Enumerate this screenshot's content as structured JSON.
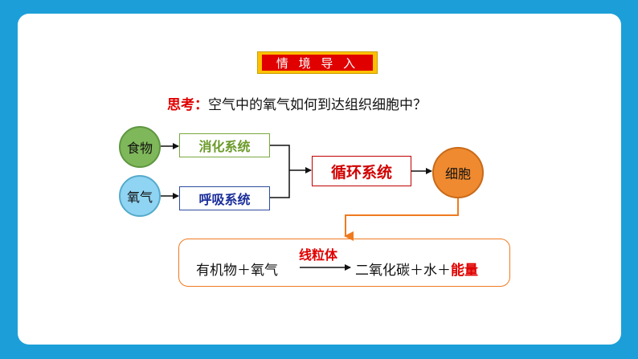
{
  "title": "情 境 导 入",
  "question": {
    "prefix": "思考：",
    "text": "空气中的氧气如何到达组织细胞中？"
  },
  "inputs": {
    "food": "食物",
    "oxygen": "氧气"
  },
  "systems": {
    "digestive": "消化系统",
    "respiratory": "呼吸系统",
    "circulatory": "循环系统"
  },
  "cell": "细胞",
  "equation": {
    "left": "有机物＋氧气",
    "condition": "线粒体",
    "right": "二氧化碳＋水＋",
    "energy": "能量"
  },
  "colors": {
    "background": "#1c9fd8",
    "title_fill": "#e00000",
    "title_border": "#ffc000",
    "food": "#7fb85a",
    "oxygen": "#8fd4f2",
    "cell": "#f08a30",
    "digestive": "#6b9a2a",
    "respiratory": "#1a2e9a",
    "circulatory": "#d00000",
    "equation_border": "#f07a20"
  }
}
